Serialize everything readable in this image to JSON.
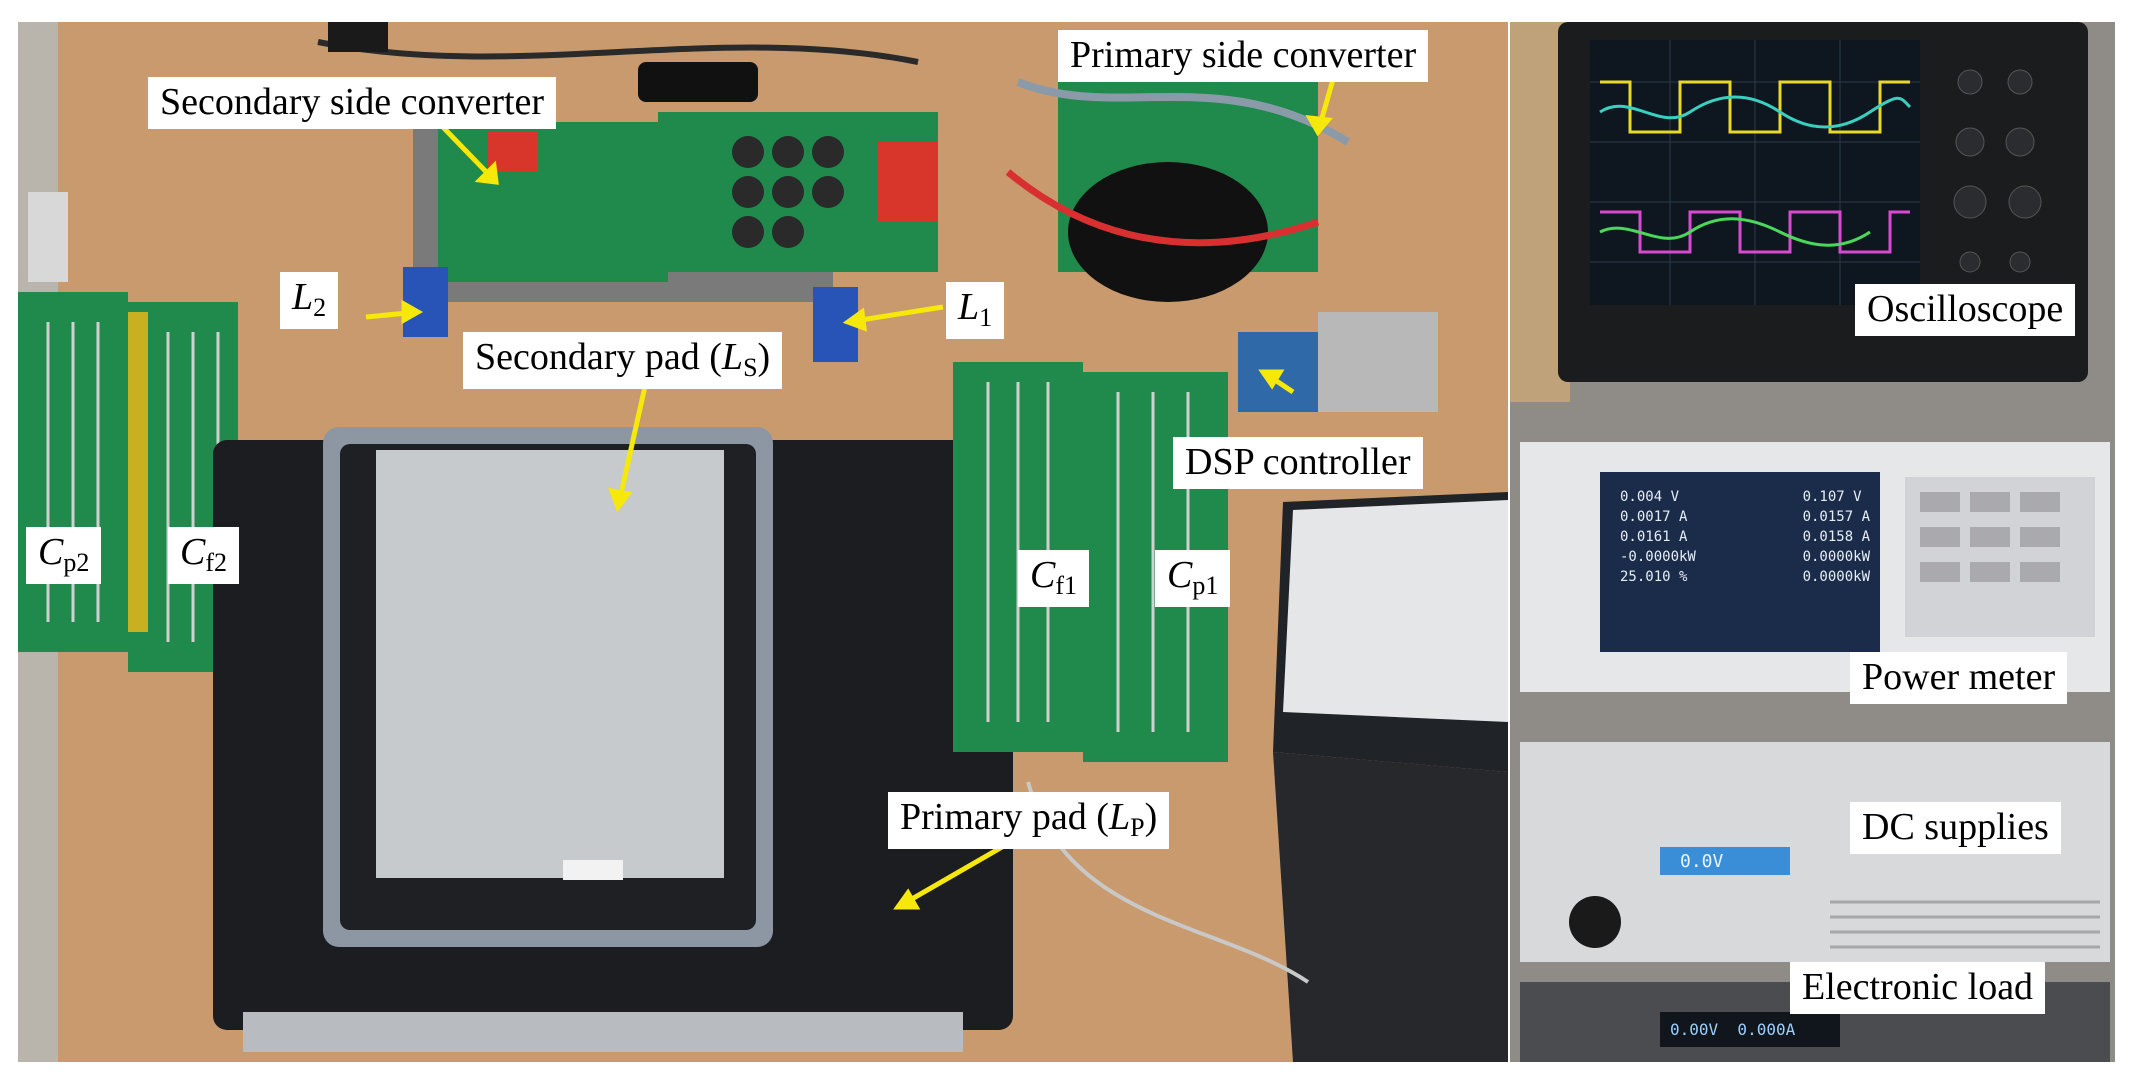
{
  "labels": {
    "secondary_side_converter": "Secondary side converter",
    "primary_side_converter": "Primary side converter",
    "l2": {
      "symbol": "L",
      "sub": "2"
    },
    "l1": {
      "symbol": "L",
      "sub": "1"
    },
    "secondary_pad": {
      "prefix": "Secondary pad (",
      "symbol": "L",
      "sub": "S",
      "suffix": ")"
    },
    "dsp_controller": "DSP controller",
    "cp2": {
      "symbol": "C",
      "sub": "p2"
    },
    "cf2": {
      "symbol": "C",
      "sub": "f2"
    },
    "cf1": {
      "symbol": "C",
      "sub": "f1"
    },
    "cp1": {
      "symbol": "C",
      "sub": "p1"
    },
    "primary_pad": {
      "prefix": "Primary pad (",
      "symbol": "L",
      "sub": "P",
      "suffix": ")"
    },
    "oscilloscope": "Oscilloscope",
    "power_meter": "Power meter",
    "dc_supplies": "DC supplies",
    "electronic_load": "Electronic load"
  },
  "power_meter_readings": {
    "left": [
      "0.004 V",
      "0.0017 A",
      "0.0161 A",
      "-0.0000kW",
      "25.010 %"
    ],
    "right": [
      "0.107 V",
      "0.0157 A",
      "0.0158 A",
      "0.0000kW",
      "0.0000kW"
    ]
  },
  "dc_supply_display": "0.0V",
  "electronic_load_display": "0.00V  0.000A",
  "colors": {
    "arrow": "#f5e80a",
    "pcb": "#1f8a4c",
    "table": "#c99a6e",
    "pad": "#1c1d20"
  }
}
